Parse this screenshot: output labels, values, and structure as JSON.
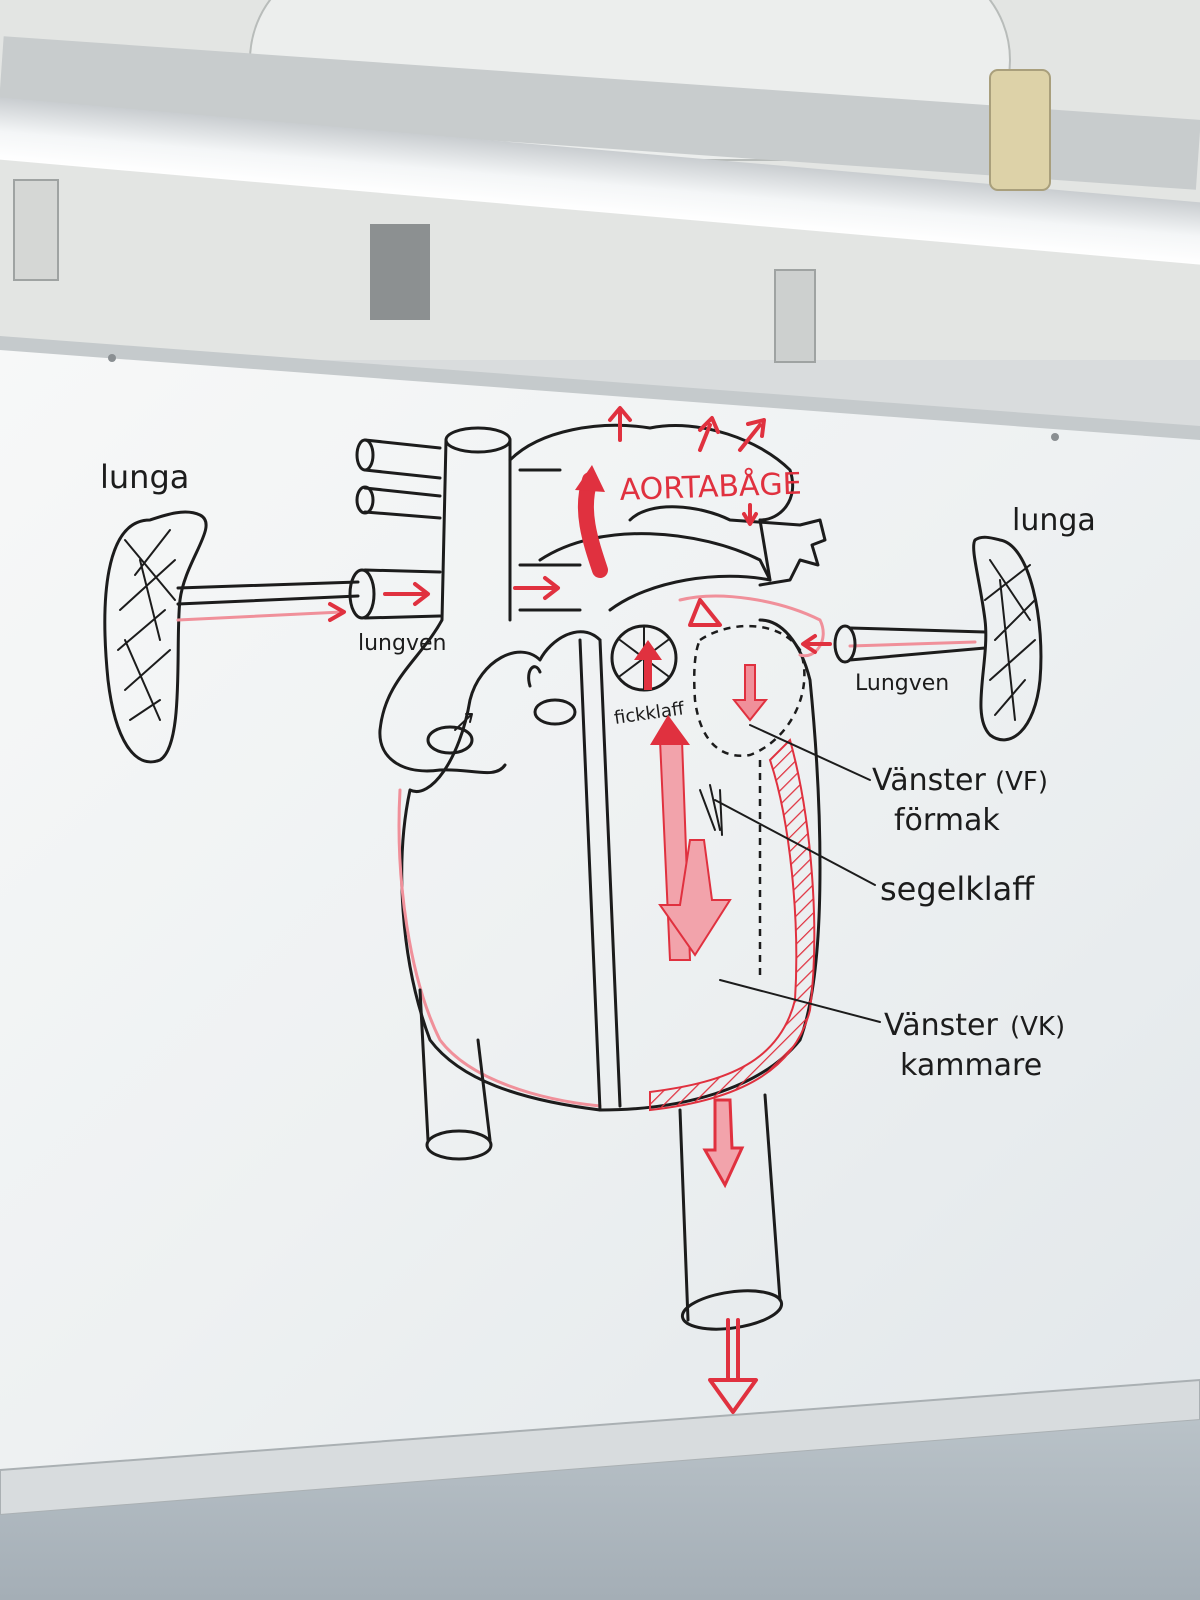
{
  "labels": {
    "lung_left": "lunga",
    "lung_right": "lunga",
    "vein_left": "lungven",
    "vein_right": "Lungven",
    "aorta_arch": "AORTABÅGE",
    "pocket_valve": "fickklaff",
    "left_atrium_line1": "Vänster",
    "left_atrium_line2": "förmak",
    "left_atrium_abbr": "(VF)",
    "mitral_valve": "segelklaff",
    "left_ventricle_line1": "Vänster",
    "left_ventricle_line2": "kammare",
    "left_ventricle_abbr": "(VK)"
  },
  "colors": {
    "ink": "#1c1c1c",
    "marker_red": "#e0313f",
    "marker_pink": "#f0909a",
    "whiteboard": "#f2f4f5",
    "ceiling": "#e6e8e6"
  }
}
